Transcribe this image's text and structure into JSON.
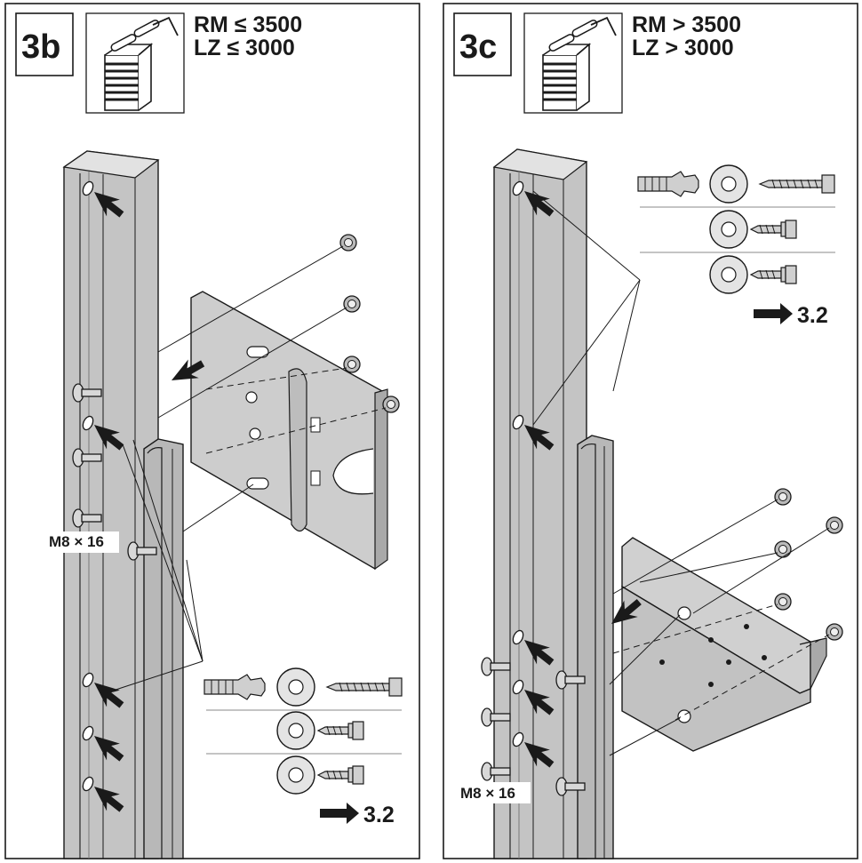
{
  "left_panel": {
    "step_number": "3b",
    "spec_rm": "RM ≤ 3500",
    "spec_lz": "LZ  ≤ 3000",
    "bolt_label": "M8 × 16",
    "next_step": "3.2"
  },
  "right_panel": {
    "step_number": "3c",
    "spec_rm": "RM > 3500",
    "spec_lz": "LZ  > 3000",
    "bolt_label": "M8 × 16",
    "next_step": "3.2"
  },
  "colors": {
    "steel": "#c9c9c9",
    "steel_dark": "#a9a9a9",
    "line": "#1a1a1a"
  }
}
